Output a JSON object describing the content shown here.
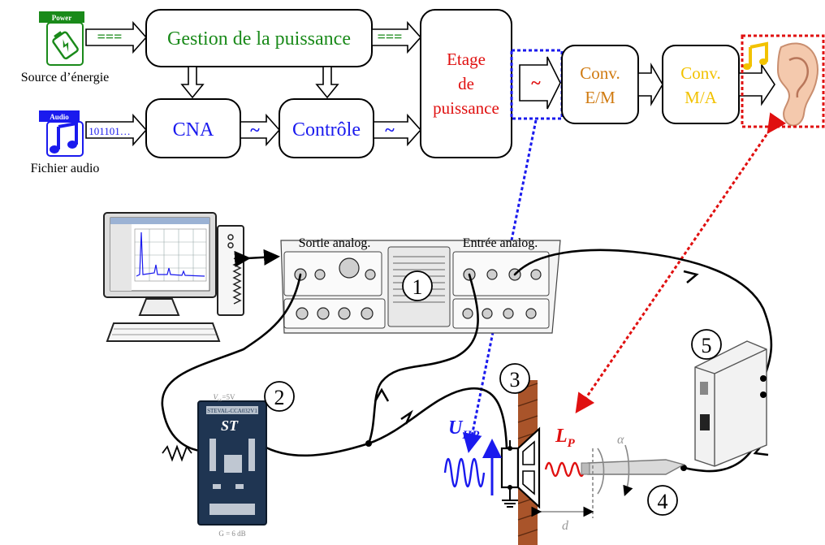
{
  "colors": {
    "green": "#1a8a1a",
    "blue": "#1a1aee",
    "red": "#e01010",
    "orange": "#d07a10",
    "yellow": "#f2c200",
    "dark_red": "#cc0000",
    "gray": "#999999"
  },
  "top_chain": {
    "power_badge": "Power",
    "source_label": "Source d’énergie",
    "audio_badge": "Audio",
    "file_label": "Fichier audio",
    "bitstream": "101101…",
    "gestion": "Gestion de la puissance",
    "cna": "CNA",
    "controle": "Contrôle",
    "etage_line1": "Etage",
    "etage_line2": "de",
    "etage_line3": "puissance",
    "conv_em_line1": "Conv.",
    "conv_em_line2": "E/M",
    "conv_ma_line1": "Conv.",
    "conv_ma_line2": "M/A",
    "dc_symbol": "===",
    "ac_symbol": "~"
  },
  "bench": {
    "analyzer_out": "Sortie analog.",
    "analyzer_in": "Entrée analog.",
    "n1": "1",
    "n2": "2",
    "n3": "3",
    "n4": "4",
    "n5": "5",
    "vcc": "V",
    "vcc_sub": "cc",
    "vcc_val": "=5V",
    "gain": "G = 6 dB",
    "uhp_main": "U",
    "uhp_sub": "HP",
    "lp_main": "L",
    "lp_sub": "P",
    "alpha": "α",
    "d": "d",
    "board_logo": "ST",
    "board_name": "STEVAL-CCA032V1"
  }
}
